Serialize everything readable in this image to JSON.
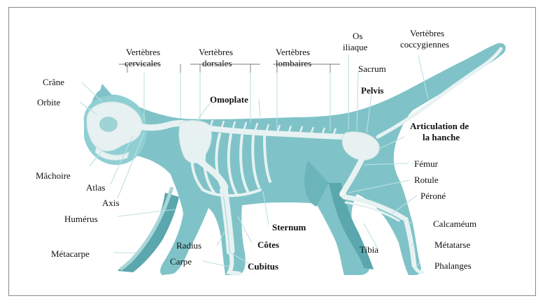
{
  "colors": {
    "body_fill": "#7fc3c8",
    "body_shadow": "#5aa7ad",
    "bone": "#eaf3f3",
    "frame": "#8a8a8a",
    "label": "#111111"
  },
  "labels": {
    "crane": "Crâne",
    "orbite": "Orbite",
    "vert_cervicales_1": "Vertèbres",
    "vert_cervicales_2": "cervicales",
    "vert_dorsales_1": "Vertèbres",
    "vert_dorsales_2": "dorsales",
    "vert_lombaires_1": "Vertèbres",
    "vert_lombaires_2": "lombaires",
    "os_iliaque_1": "Os",
    "os_iliaque_2": "iliaque",
    "vert_coccygiennes_1": "Vertèbres",
    "vert_coccygiennes_2": "coccygiennes",
    "sacrum": "Sacrum",
    "pelvis": "Pelvis",
    "omoplate": "Omoplate",
    "articulation_1": "Articulation de",
    "articulation_2": "la hanche",
    "machoire": "Mâchoire",
    "atlas": "Atlas",
    "axis": "Axis",
    "humerus": "Humérus",
    "femur": "Fémur",
    "rotule": "Rotule",
    "perone": "Péroné",
    "metacarpe": "Métacarpe",
    "radius": "Radius",
    "carpe": "Carpe",
    "sternum": "Sternum",
    "cotes": "Côtes",
    "cubitus": "Cubitus",
    "tibia": "Tibia",
    "calcaneum": "Calcaméum",
    "metatarse": "Métatarse",
    "phalanges": "Phalanges"
  }
}
